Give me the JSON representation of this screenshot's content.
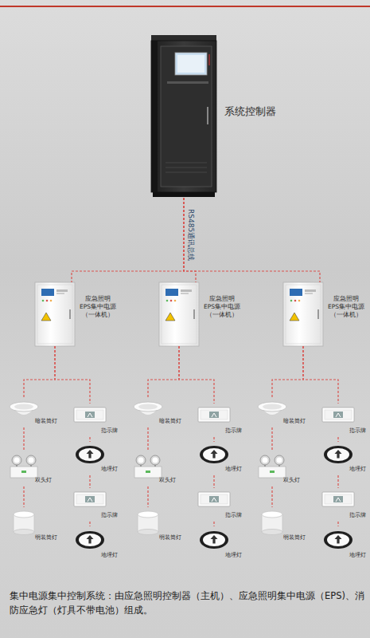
{
  "diagram": {
    "caption": "集中电源集中控制系统：由应急照明控制器（主机）、应急照明集中电源（EPS)、消防应急灯（灯具不带电池）组成。",
    "nodes": [
      {
        "text": [
          "系统控制器"
        ]
      },
      {
        "text": [
          "应急照明 EPS集中电源 （一体机）"
        ]
      },
      {
        "text": [
          "应急照明 EPS集中电源 （一体机）"
        ]
      },
      {
        "text": [
          "应急照明 EPS集中电源 （一体机）"
        ]
      },
      {
        "text": [
          "暗装筒灯"
        ]
      },
      {
        "text": [
          "双头灯"
        ]
      },
      {
        "text": [
          "明装筒灯"
        ]
      },
      {
        "text": [
          "指示牌"
        ]
      },
      {
        "text": [
          "地埋灯"
        ]
      },
      {
        "text": [
          "指示牌"
        ]
      },
      {
        "text": [
          "地埋灯"
        ]
      },
      {
        "text": [
          "暗装筒灯"
        ]
      },
      {
        "text": [
          "双头灯"
        ]
      },
      {
        "text": [
          "明装筒灯"
        ]
      },
      {
        "text": [
          "指示牌"
        ]
      },
      {
        "text": [
          "地埋灯"
        ]
      },
      {
        "text": [
          "指示牌"
        ]
      },
      {
        "text": [
          "地埋灯"
        ]
      },
      {
        "text": [
          "暗装筒灯"
        ]
      },
      {
        "text": [
          "双头灯"
        ]
      },
      {
        "text": [
          "明装筒灯"
        ]
      },
      {
        "text": [
          "指示牌"
        ]
      },
      {
        "text": [
          "地埋灯"
        ]
      },
      {
        "text": [
          "指示牌"
        ]
      },
      {
        "text": [
          "地埋灯"
        ]
      }
    ],
    "edges": [
      {
        "from": 0,
        "to": 1,
        "arrow": "none"
      },
      {
        "from": 0,
        "to": 2,
        "arrow": "none"
      },
      {
        "from": 0,
        "to": 3,
        "arrow": "none"
      },
      {
        "from": 1,
        "to": 4,
        "arrow": "none"
      },
      {
        "from": 4,
        "to": 5,
        "arrow": "none"
      },
      {
        "from": 5,
        "to": 6,
        "arrow": "none"
      },
      {
        "from": 1,
        "to": 7,
        "arrow": "none"
      },
      {
        "from": 7,
        "to": 8,
        "arrow": "none"
      },
      {
        "from": 8,
        "to": 9,
        "arrow": "none"
      },
      {
        "from": 9,
        "to": 10,
        "arrow": "none"
      },
      {
        "from": 2,
        "to": 11,
        "arrow": "none"
      },
      {
        "from": 11,
        "to": 12,
        "arrow": "none"
      },
      {
        "from": 12,
        "to": 13,
        "arrow": "none"
      },
      {
        "from": 2,
        "to": 14,
        "arrow": "none"
      },
      {
        "from": 14,
        "to": 15,
        "arrow": "none"
      },
      {
        "from": 15,
        "to": 16,
        "arrow": "none"
      },
      {
        "from": 16,
        "to": 17,
        "arrow": "none"
      },
      {
        "from": 3,
        "to": 18,
        "arrow": "none"
      },
      {
        "from": 18,
        "to": 19,
        "arrow": "none"
      },
      {
        "from": 19,
        "to": 20,
        "arrow": "none"
      },
      {
        "from": 3,
        "to": 21,
        "arrow": "none"
      },
      {
        "from": 21,
        "to": 22,
        "arrow": "none"
      },
      {
        "from": 22,
        "to": 23,
        "arrow": "none"
      },
      {
        "from": 23,
        "to": 24,
        "arrow": "none"
      }
    ],
    "labels": [
      "RS485通讯总线"
    ]
  }
}
